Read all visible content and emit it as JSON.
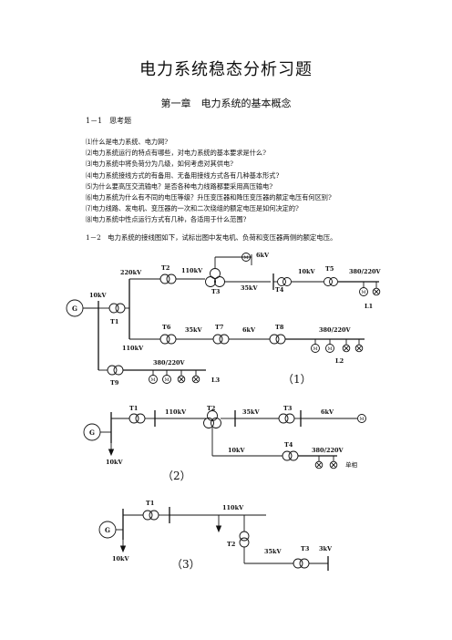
{
  "doc": {
    "title": "电力系统稳态分析习题",
    "chapter": "第一章　电力系统的基本概念",
    "section1": "1－1　思考题",
    "questions": [
      "⑴什么是电力系统、电力网?",
      "⑵电力系统运行的特点有哪些，对电力系统的基本要求是什么?",
      "⑶电力系统中将负荷分为几级，如何考虑对其供电?",
      "⑷电力系统接线方式的有备用、无备用接线方式各有几种基本形式?",
      "⑸为什么要高压交流输电？是否各种电力线路都要采用高压输电?",
      "⑹电力系统为什么有不同的电压等级？升压变压器和降压变压器的额定电压有何区别?",
      "⑺电力线路、发电机、变压器的一次和二次绕组的额定电压是如何决定的?",
      "⑻电力系统中性点运行方式有几种，各适用于什么范围?"
    ],
    "section2": "1－2　电力系统的接线图如下，试标出图中发电机、负荷和变压器两侧的额定电压。"
  },
  "fig1": {
    "caption": "（1）",
    "gen": "G",
    "motor": "M",
    "labels": {
      "v6kv": "6kV",
      "v220": "220kV",
      "t2": "T2",
      "v110a": "110kV",
      "v10kva": "10kV",
      "t5": "T5",
      "v380a": "380/220V",
      "t3": "T3",
      "v35a": "35kV",
      "t4": "T4",
      "l1": "L1",
      "v10kvg": "10kV",
      "t1": "T1",
      "t6": "T6",
      "v35b": "35kV",
      "t7": "T7",
      "v6kvb": "6kV",
      "t8": "T8",
      "v380b": "380/220V",
      "v110b": "110kV",
      "l2": "L2",
      "v380c": "380/220V",
      "t9": "T9",
      "l3": "L3"
    }
  },
  "fig2": {
    "caption": "（2）",
    "gen": "G",
    "motor": "M",
    "labels": {
      "t1": "T1",
      "v110": "110kV",
      "t2": "T2",
      "v35": "35kV",
      "t3": "T3",
      "v6": "6kV",
      "v10a": "10kV",
      "t4": "T4",
      "v380": "380/220V",
      "single": "单相",
      "v10g": "10kV"
    }
  },
  "fig3": {
    "caption": "（3）",
    "gen": "G",
    "labels": {
      "t1": "T1",
      "v110": "110kV",
      "t2": "T2",
      "v35": "35kV",
      "t3": "T3",
      "v3": "3kV",
      "v10": "10kV"
    }
  }
}
